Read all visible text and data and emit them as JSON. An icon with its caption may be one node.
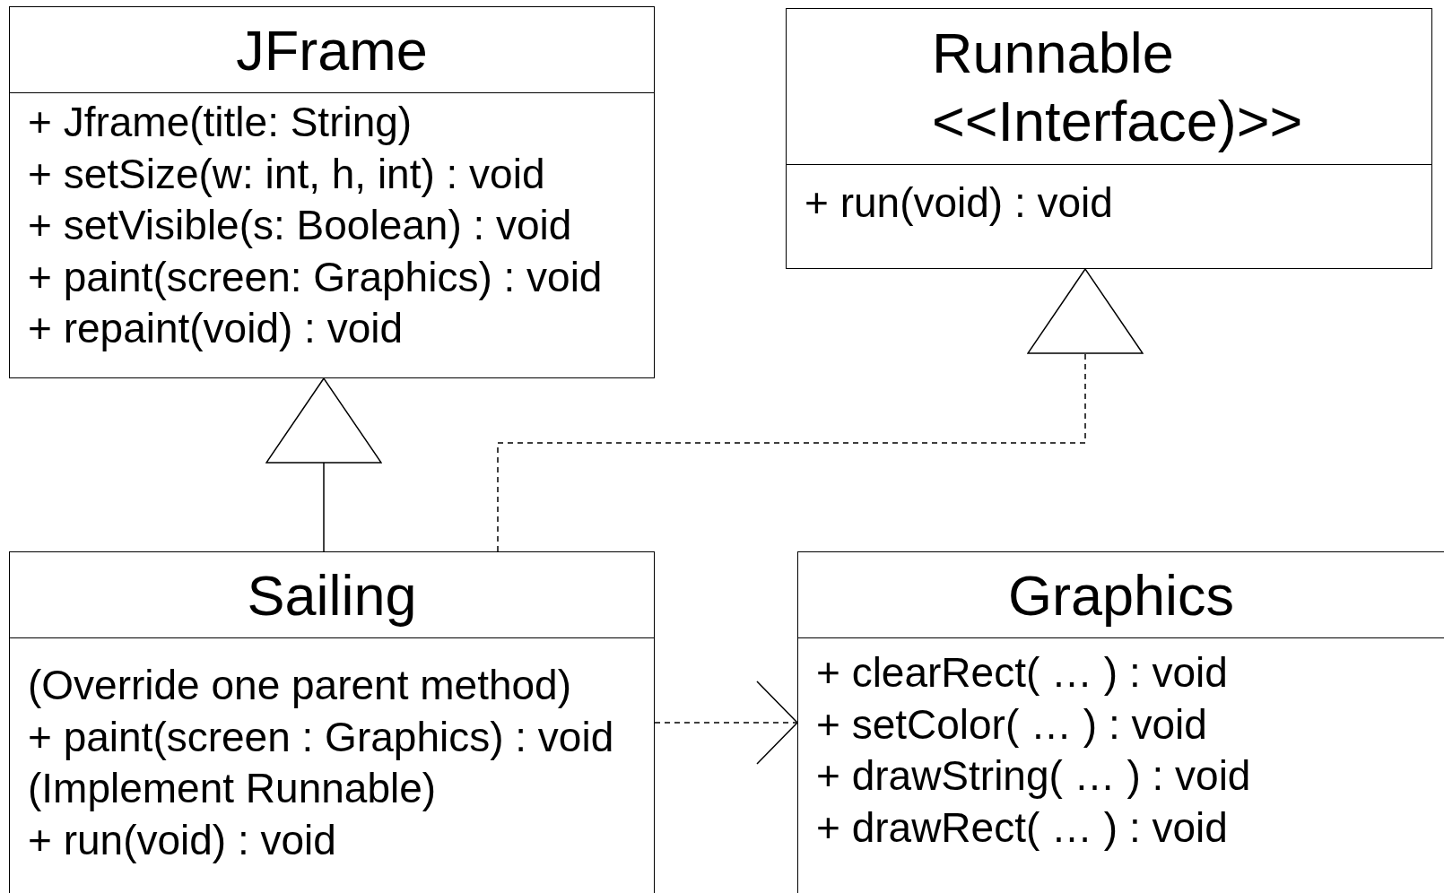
{
  "diagram": {
    "nodes": [
      {
        "text": [
          "JFrame",
          "+ Jframe(title: String)",
          "+ setSize(w: int, h, int) : void",
          "+ setVisible(s: Boolean) : void",
          "+ paint(screen: Graphics) : void",
          "+ repaint(void) : void"
        ]
      },
      {
        "text": [
          "Runnable",
          "<<Interface)>>",
          "+ run(void) : void"
        ]
      },
      {
        "text": [
          "Sailing",
          "(Override one parent method)",
          "+ paint(screen : Graphics) : void",
          "(Implement Runnable)",
          "+ run(void) : void"
        ]
      },
      {
        "text": [
          "Graphics",
          "+ clearRect( … ) : void",
          "+ setColor( … ) : void",
          "+ drawString( … ) : void",
          "+ drawRect( … ) : void"
        ]
      }
    ],
    "edges": [
      {
        "from": 2,
        "to": 0,
        "arrow": "to"
      },
      {
        "from": 2,
        "to": 1,
        "arrow": "to",
        "style": "dashed"
      },
      {
        "from": 2,
        "to": 3,
        "arrow": "to",
        "style": "dashed"
      }
    ]
  }
}
